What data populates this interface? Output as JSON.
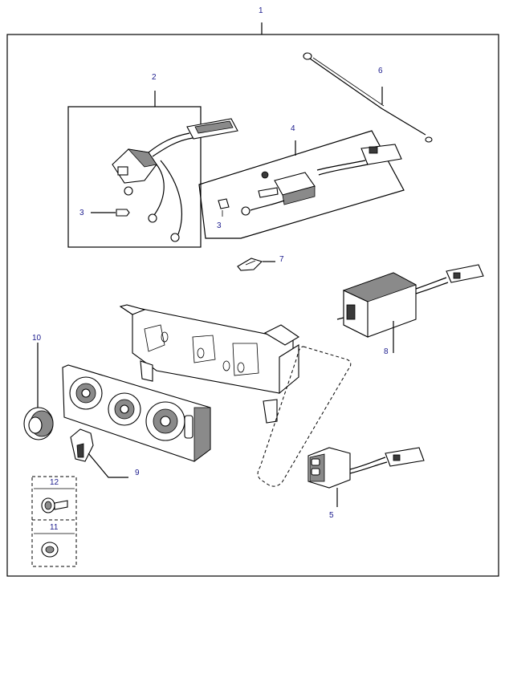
{
  "callouts": {
    "c1": "1",
    "c2": "2",
    "c3a": "3",
    "c3b": "3",
    "c4": "4",
    "c5": "5",
    "c6": "6",
    "c7": "7",
    "c8": "8",
    "c9": "9",
    "c10": "10",
    "c11": "11",
    "c12": "12"
  }
}
